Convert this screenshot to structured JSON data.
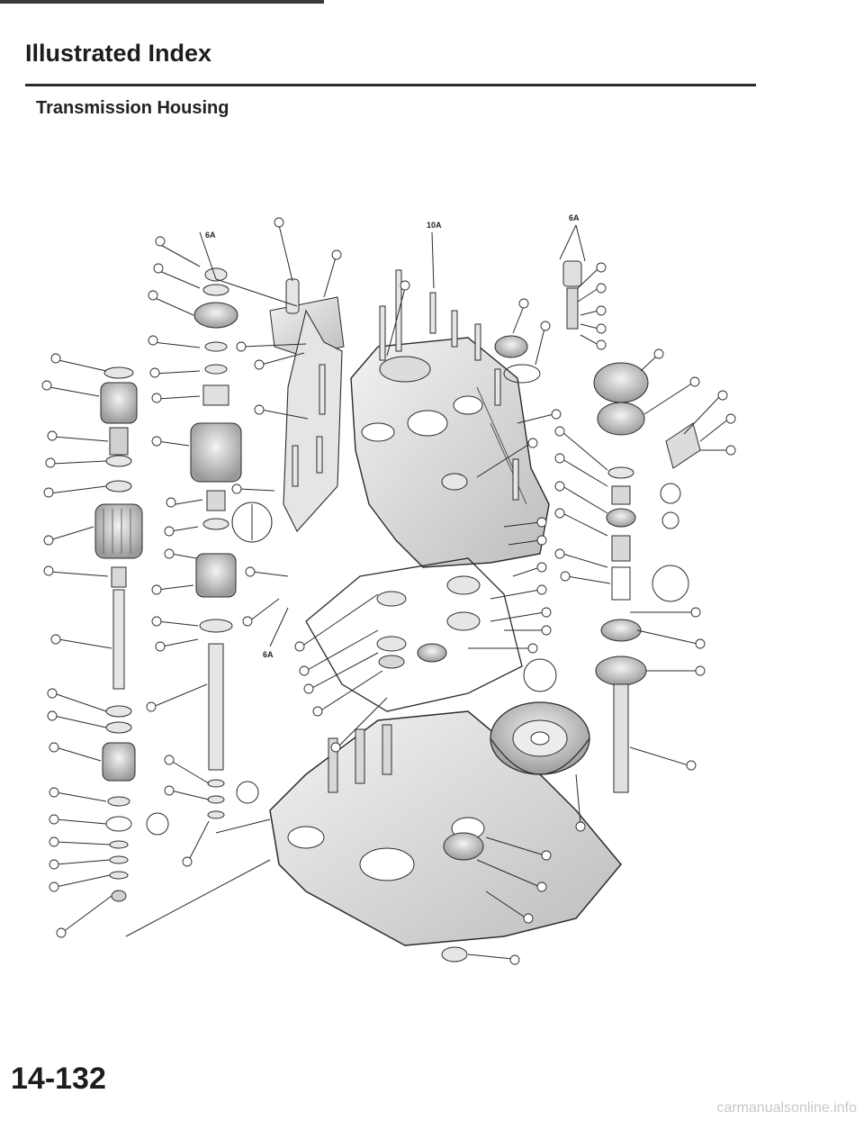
{
  "page": {
    "title": "Illustrated Index",
    "section_title": "Transmission Housing",
    "page_number": "14-132",
    "watermark": "carmanualsonline.info"
  },
  "diagram": {
    "torque_tags": [
      "6A",
      "10A",
      "6A",
      "6A"
    ],
    "colors": {
      "line": "#2b2b2b",
      "fill_light": "#e9e9e9",
      "fill_mid": "#c9c9c9",
      "fill_dark": "#8c8c8c"
    }
  }
}
